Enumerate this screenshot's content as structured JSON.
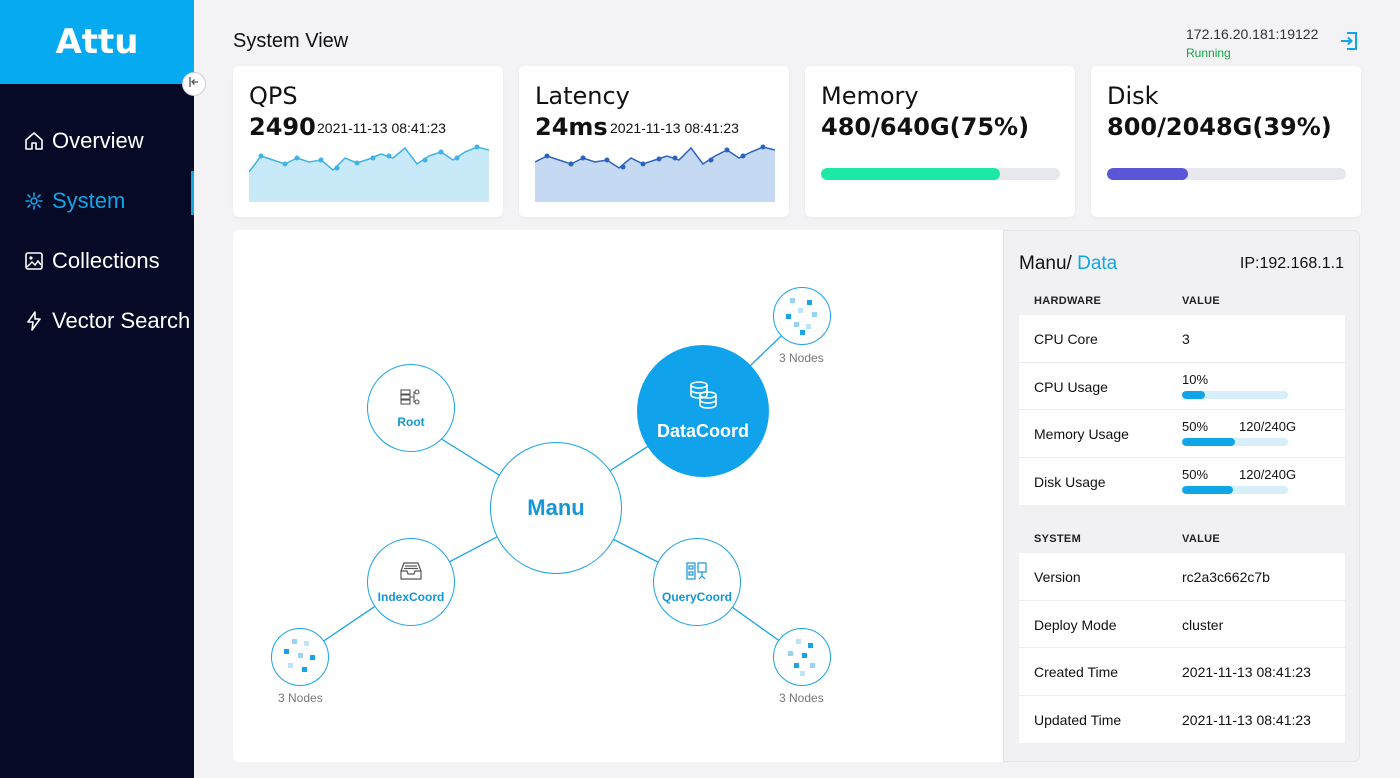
{
  "app": {
    "name": "Attu"
  },
  "sidebar": {
    "items": [
      {
        "label": "Overview",
        "icon": "home-icon"
      },
      {
        "label": "System",
        "icon": "system-icon",
        "active": true
      },
      {
        "label": "Collections",
        "icon": "image-icon"
      },
      {
        "label": "Vector Search",
        "icon": "lightning-icon"
      }
    ]
  },
  "header": {
    "title": "System View",
    "connection": {
      "address": "172.16.20.181:19122",
      "status": "Running"
    }
  },
  "cards": {
    "qps": {
      "title": "QPS",
      "value": "2490",
      "time": "2021-11-13 08:41:23"
    },
    "latency": {
      "title": "Latency",
      "value": "24ms",
      "time": "2021-11-13 08:41:23"
    },
    "memory": {
      "title": "Memory",
      "value": "480/640G(75%)",
      "fill_fraction": 0.75,
      "color": "#1de9a6"
    },
    "disk": {
      "title": "Disk",
      "value": "800/2048G(39%)",
      "fill_fraction": 0.34,
      "color": "#5a56d6"
    }
  },
  "topology": {
    "center": "Manu",
    "root": "Root",
    "datacoord": "DataCoord",
    "indexcoord": "IndexCoord",
    "querycoord": "QueryCoord",
    "nodes_label": "3 Nodes"
  },
  "detail": {
    "path": "Manu/",
    "path_accent": "Data",
    "ip": "IP:192.168.1.1",
    "hardware": {
      "col1": "HARDWARE",
      "col2": "VALUE",
      "rows": [
        {
          "key": "CPU Core",
          "value": "3"
        },
        {
          "key": "CPU Usage",
          "pct": "10%",
          "amount": "",
          "fraction": 0.22
        },
        {
          "key": "Memory Usage",
          "pct": "50%",
          "amount": "120/240G",
          "fraction": 0.5
        },
        {
          "key": "Disk Usage",
          "pct": "50%",
          "amount": "120/240G",
          "fraction": 0.48
        }
      ]
    },
    "system": {
      "col1": "SYSTEM",
      "col2": "VALUE",
      "rows": [
        {
          "key": "Version",
          "value": "rc2a3c662c7b"
        },
        {
          "key": "Deploy Mode",
          "value": "cluster"
        },
        {
          "key": "Created Time",
          "value": "2021-11-13 08:41:23"
        },
        {
          "key": "Updated Time",
          "value": "2021-11-13 08:41:23"
        }
      ]
    }
  }
}
